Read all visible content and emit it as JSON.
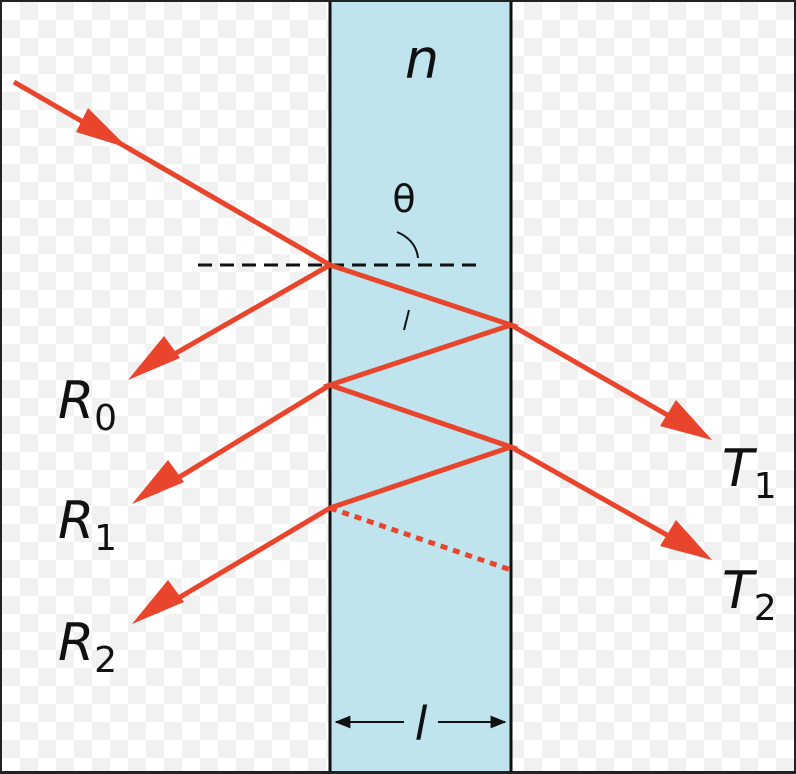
{
  "slab": {
    "index_label": "n",
    "thickness_label": "l",
    "fill_color": "#bfe4ee"
  },
  "angle_label": "θ",
  "ray_color": "#e8452c",
  "reflected": [
    {
      "letter": "R",
      "sub": "0"
    },
    {
      "letter": "R",
      "sub": "1"
    },
    {
      "letter": "R",
      "sub": "2"
    }
  ],
  "transmitted": [
    {
      "letter": "T",
      "sub": "1"
    },
    {
      "letter": "T",
      "sub": "2"
    }
  ]
}
